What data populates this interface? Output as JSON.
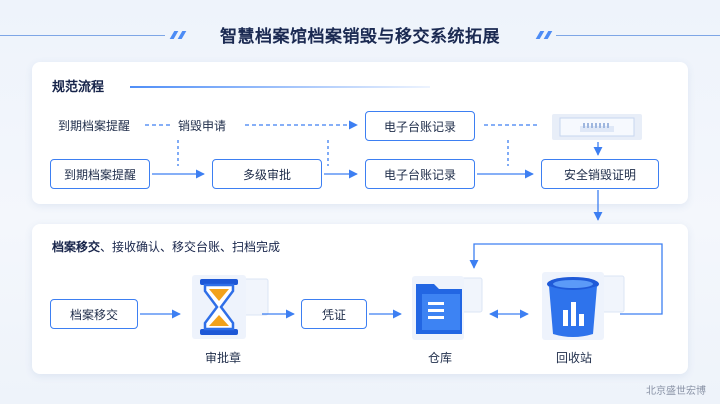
{
  "title": "智慧档案馆档案销毁与移交系统拓展",
  "section1": {
    "heading": "规范流程",
    "top_row": {
      "item1": "到期档案提醒",
      "item2": "销毁申请",
      "item3": "电子台账记录"
    },
    "main_row": {
      "item1": "到期档案提醒",
      "item2": "多级审批",
      "item3": "电子台账记录",
      "item4": "安全销毁证明"
    }
  },
  "section2": {
    "heading_bold": "档案移交",
    "heading_rest": "、接收确认、移交台账、扫档完成",
    "nodes": {
      "start": "档案移交",
      "approval_stamp": "审批章",
      "voucher": "凭证",
      "warehouse": "仓库",
      "recycle_station": "回收站"
    }
  },
  "watermark": "北京盛世宏博",
  "icons": {
    "shredder": "shredder-icon",
    "hourglass": "hourglass-icon",
    "folder": "folder-icon",
    "recycle_bin": "recycle-bin-icon"
  },
  "colors": {
    "accent": "#3d7ff2",
    "dark_navy": "#1b2a52",
    "hourglass_gold": "#f2a21b"
  }
}
